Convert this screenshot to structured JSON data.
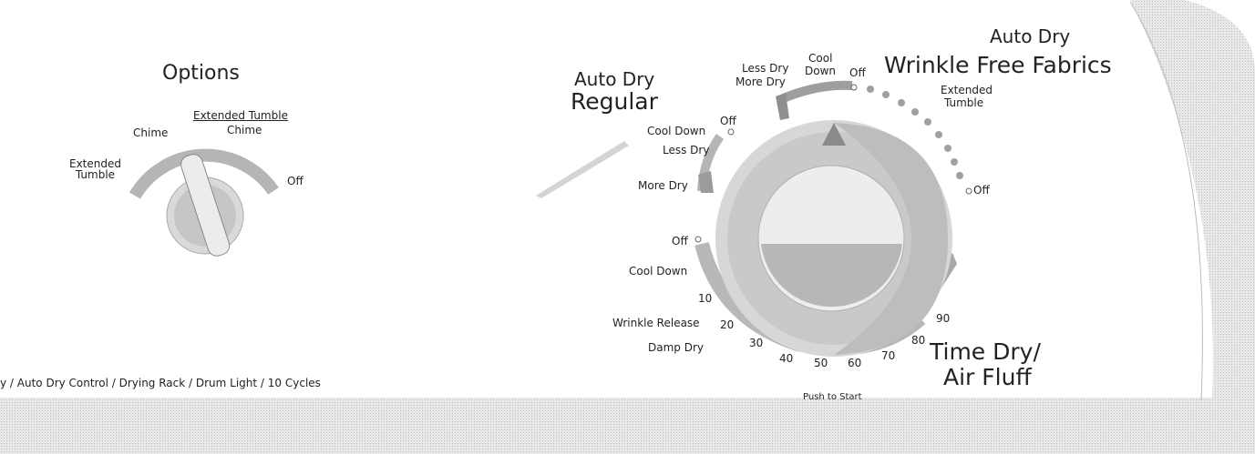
{
  "options": {
    "title": "Options",
    "positions": {
      "extended_tumble_left": "Extended\nTumble",
      "chime": "Chime",
      "extended_tumble_header": "Extended Tumble",
      "chime_right": "Chime",
      "off": "Off"
    }
  },
  "cycle_selector": {
    "auto_dry_regular": {
      "heading": "Auto Dry",
      "title": "Regular"
    },
    "auto_dry_wrinkle_free": {
      "heading": "Auto Dry",
      "title": "Wrinkle Free Fabrics"
    },
    "time_dry": {
      "line1": "Time Dry/",
      "line2": "Air Fluff"
    },
    "marks_regular": {
      "less_dry_top": "Less Dry",
      "more_dry_top": "More Dry",
      "cool_top": "Cool",
      "down_top": "Down",
      "off_top": "Off",
      "off_left": "Off",
      "cool_down_left": "Cool Down",
      "less_dry_left": "Less Dry",
      "more_dry_left": "More Dry"
    },
    "marks_wrinkle_free": {
      "extended": "Extended",
      "tumble": "Tumble",
      "off": "Off"
    },
    "marks_time_dry": {
      "off": "Off",
      "cool_down": "Cool Down",
      "ten": "10",
      "wrinkle_release": "Wrinkle Release",
      "twenty": "20",
      "damp_dry": "Damp Dry",
      "thirty": "30",
      "forty": "40",
      "fifty": "50",
      "sixty": "60",
      "seventy": "70",
      "eighty": "80",
      "ninety": "90"
    },
    "push_to_start": "Push to Start"
  },
  "features_line": "y / Auto Dry Control / Drying Rack / Drum Light / 10 Cycles"
}
